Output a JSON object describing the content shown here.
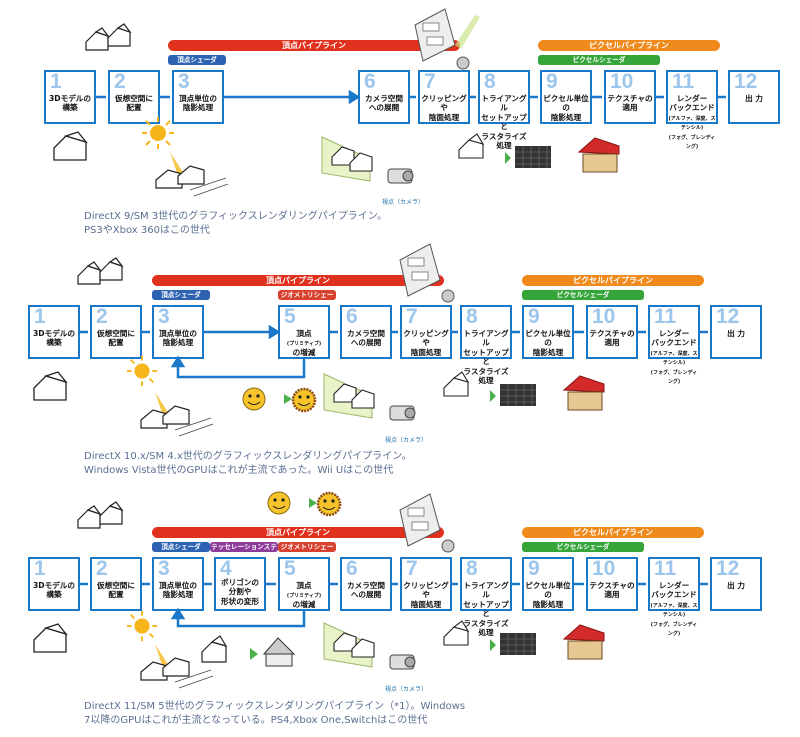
{
  "stages": {
    "s1": {
      "num": "1",
      "label": "3Dモデルの\n構築"
    },
    "s2": {
      "num": "2",
      "label": "仮想空間に\n配置"
    },
    "s3": {
      "num": "3",
      "label": "頂点単位の\n陰影処理"
    },
    "s4": {
      "num": "4",
      "label": "ポリゴンの\n分割や\n形状の変形"
    },
    "s5": {
      "num": "5",
      "label": "頂点",
      "sub": "(プリミティブ)",
      "label2": "の増減"
    },
    "s6": {
      "num": "6",
      "label": "カメラ空間\nへの展開"
    },
    "s7": {
      "num": "7",
      "label": "クリッピングや\n陰面処理"
    },
    "s8": {
      "num": "8",
      "label": "トライアングル\nセットアップと\nラスタライズ処理"
    },
    "s9": {
      "num": "9",
      "label": "ピクセル単位の\n陰影処理"
    },
    "s10": {
      "num": "10",
      "label": "テクスチャの\n適用"
    },
    "s11": {
      "num": "11",
      "label": "レンダー\nバックエンド",
      "sub": "(アルファ、深度、ステンシル)\n(フォグ、ブレンディング)"
    },
    "s12": {
      "num": "12",
      "label": "出 力"
    }
  },
  "labels": {
    "vertex_pipeline": "頂点パイプライン",
    "pixel_pipeline": "ピクセルパイプライン",
    "vertex_shader": "頂点シェーダ",
    "pixel_shader": "ピクセルシェーダ",
    "geometry_shader": "ジオメトリシェーダ",
    "tessellation_stage": "テッセレーションステージ",
    "viewpoint": "視点（カメラ）"
  },
  "captions": {
    "dx9_line1": "DirectX 9/SM 3世代のグラフィックスレンダリングパイプライン。",
    "dx9_line2": "PS3やXbox 360はこの世代",
    "dx10_line1": "DirectX 10.x/SM 4.x世代のグラフィックスレンダリングパイプライン。",
    "dx10_line2": "Windows Vista世代のGPUはこれが主流であった。Wii Uはこの世代",
    "dx11_line1": "DirectX 11/SM 5世代のグラフィックスレンダリングパイプライン（*1）。Windows",
    "dx11_line2": "7以降のGPUはこれが主流となっている。PS4,Xbox One,Switchはこの世代"
  },
  "colors": {
    "box_border": "#1a78c8",
    "vertex_pipeline": "#e0311f",
    "pixel_pipeline": "#f08a1c",
    "vertex_shader": "#2d62b3",
    "pixel_shader": "#35a53a",
    "geometry_shader": "#d8412e",
    "tessellation": "#8d3a9a"
  }
}
